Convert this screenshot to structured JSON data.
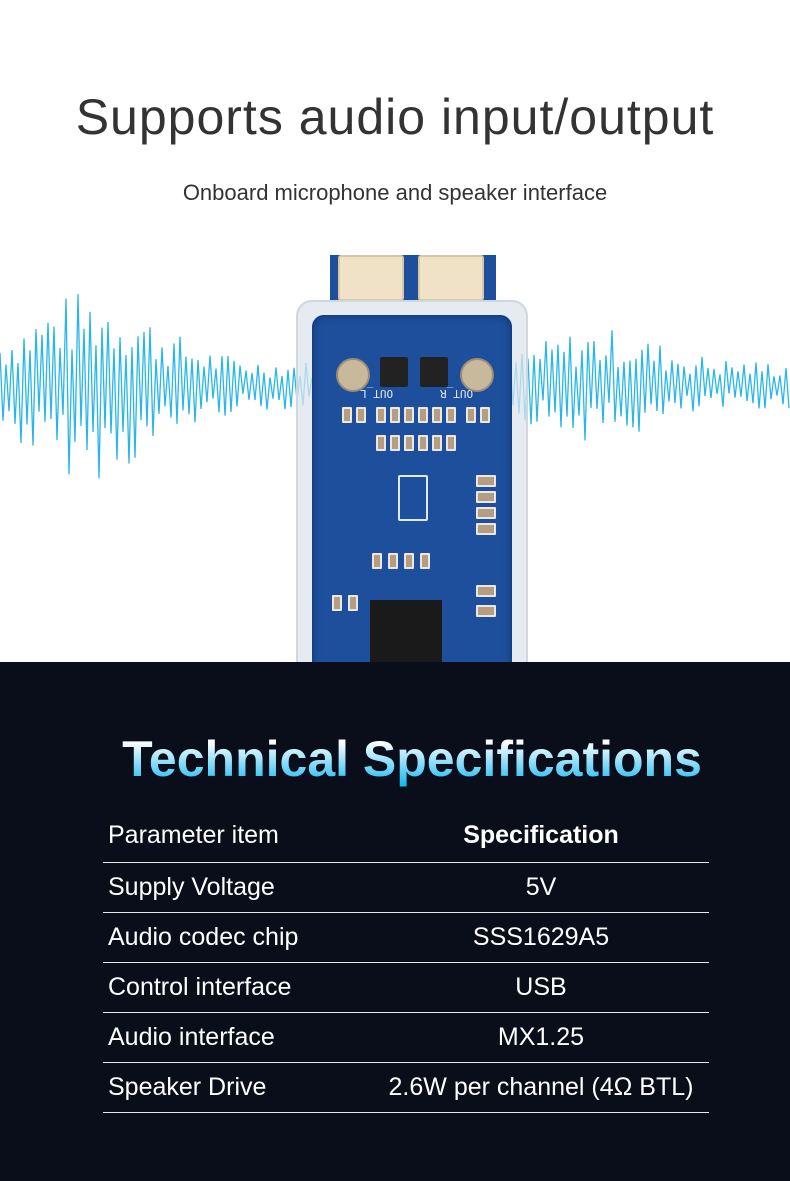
{
  "hero": {
    "title": "Supports audio input/output",
    "subtitle": "Onboard microphone and speaker interface"
  },
  "board": {
    "labels": [
      "OUT_L",
      "OUT_R"
    ]
  },
  "colors": {
    "wave": "#29b6e8",
    "background_dark": "#0a0e1a",
    "title_gradient_end": "#14b9f2"
  },
  "specs": {
    "title": "Technical Specifications",
    "header": [
      "Parameter item",
      "Specification"
    ],
    "rows": [
      [
        "Supply Voltage",
        "5V"
      ],
      [
        "Audio codec chip",
        "SSS1629A5"
      ],
      [
        "Control interface",
        "USB"
      ],
      [
        "Audio interface",
        "MX1.25"
      ],
      [
        "Speaker Drive",
        "2.6W per channel (4Ω BTL)"
      ]
    ]
  }
}
